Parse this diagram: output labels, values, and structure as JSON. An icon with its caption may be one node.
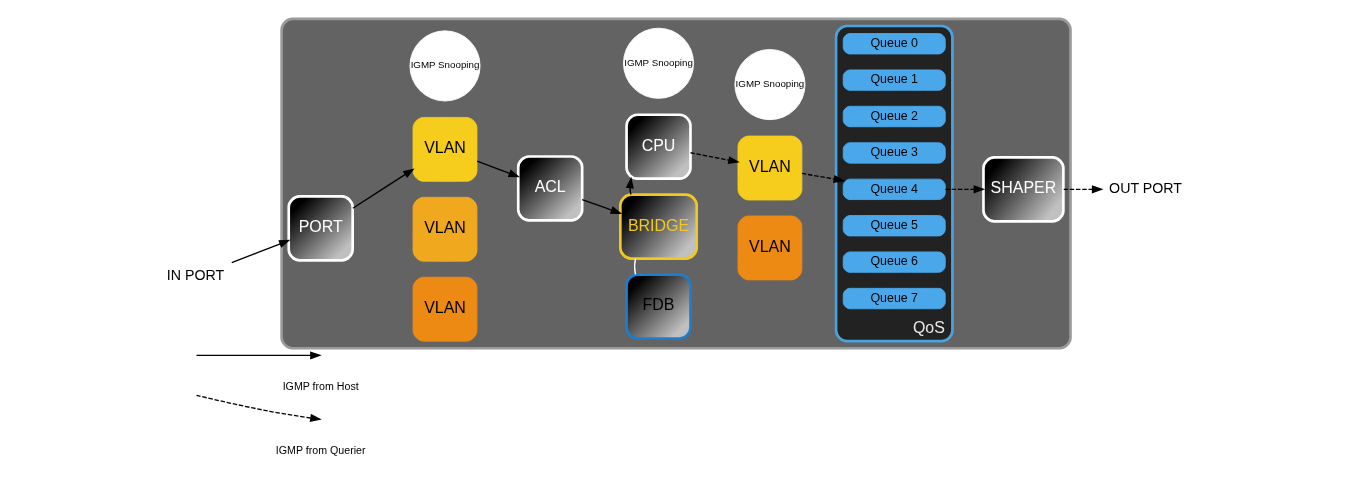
{
  "diagram": {
    "nodes": [
      {
        "text": [],
        "shape": "box"
      },
      {
        "text": [
          "IN PORT"
        ]
      },
      {
        "text": [
          "PORT"
        ],
        "in": 0
      },
      {
        "text": [
          "IGMP Snooping"
        ],
        "in": 0
      },
      {
        "text": [
          "VLAN"
        ],
        "in": 0
      },
      {
        "text": [
          "VLAN"
        ],
        "in": 0
      },
      {
        "text": [
          "VLAN"
        ],
        "in": 0
      },
      {
        "text": [
          "ACL"
        ],
        "in": 0
      },
      {
        "text": [
          "IGMP Snooping"
        ],
        "in": 0
      },
      {
        "text": [
          "CPU"
        ],
        "in": 0
      },
      {
        "text": [
          "BRIDGE"
        ],
        "in": 0
      },
      {
        "text": [
          "FDB"
        ],
        "in": 0
      },
      {
        "text": [
          "IGMP Snooping"
        ],
        "in": 0
      },
      {
        "text": [
          "VLAN"
        ],
        "in": 0
      },
      {
        "text": [
          "VLAN"
        ],
        "in": 0
      },
      {
        "text": [
          "QoS"
        ],
        "in": 0
      },
      {
        "text": [
          "Queue 0"
        ],
        "in": 15
      },
      {
        "text": [
          "Queue 1"
        ],
        "in": 15
      },
      {
        "text": [
          "Queue 2"
        ],
        "in": 15
      },
      {
        "text": [
          "Queue 3"
        ],
        "in": 15
      },
      {
        "text": [
          "Queue 4"
        ],
        "in": 15
      },
      {
        "text": [
          "Queue 5"
        ],
        "in": 15
      },
      {
        "text": [
          "Queue 6"
        ],
        "in": 15
      },
      {
        "text": [
          "Queue 7"
        ],
        "in": 15
      },
      {
        "text": [
          "SHAPER"
        ],
        "in": 0
      },
      {
        "text": [
          "OUT PORT"
        ]
      }
    ],
    "edges": [
      {
        "from": 1,
        "to": 2,
        "arrow": "to"
      },
      {
        "from": 2,
        "to": 4,
        "arrow": "to"
      },
      {
        "from": 4,
        "to": 7,
        "arrow": "to"
      },
      {
        "from": 7,
        "to": 10,
        "arrow": "to"
      },
      {
        "from": 10,
        "to": 9,
        "arrow": "to"
      },
      {
        "from": 10,
        "to": 11,
        "arrow": "none",
        "color": "#ffffff"
      },
      {
        "from": 9,
        "to": 13,
        "arrow": "to",
        "style": "dashed"
      },
      {
        "from": 13,
        "to": 20,
        "arrow": "to",
        "style": "dashed"
      },
      {
        "from": 20,
        "to": 24,
        "arrow": "to",
        "style": "dashed"
      },
      {
        "from": 24,
        "to": 25,
        "arrow": "to",
        "style": "dashed"
      }
    ],
    "legend": [
      {
        "text": "IGMP from Host"
      },
      {
        "text": "IGMP from Querier"
      }
    ]
  }
}
